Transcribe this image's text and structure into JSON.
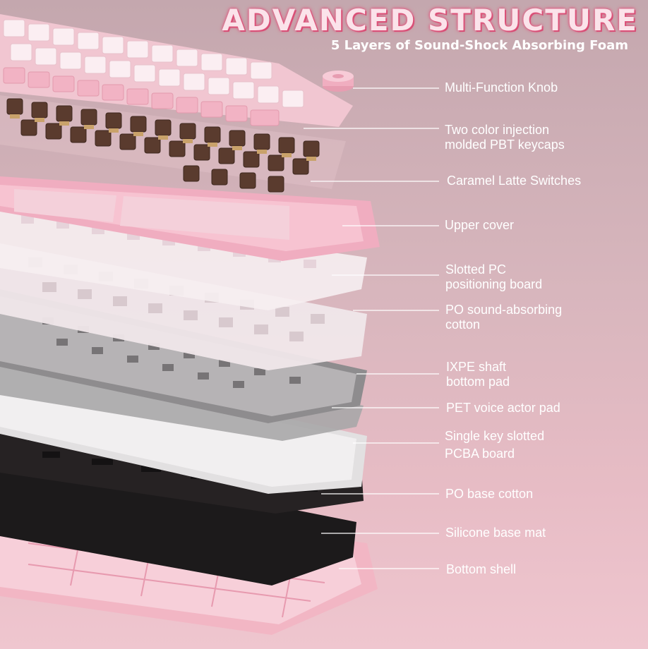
{
  "header": {
    "title": "ADVANCED  STRUCTURE",
    "subtitle": "5 Layers of Sound-Shock Absorbing Foam"
  },
  "layers": [
    {
      "label": "Multi-Function Knob"
    },
    {
      "label": "Two color injection\nmolded PBT keycaps"
    },
    {
      "label": "Caramel Latte Switches"
    },
    {
      "label": "Upper cover"
    },
    {
      "label": "Slotted PC\npositioning board"
    },
    {
      "label": "PO sound-absorbing\ncotton"
    },
    {
      "label": "IXPE shaft\nbottom pad"
    },
    {
      "label": "PET voice actor pad"
    },
    {
      "label": "Single key slotted\nPCBA board"
    },
    {
      "label": "PO base cotton"
    },
    {
      "label": "Silicone base mat"
    },
    {
      "label": "Bottom shell"
    }
  ],
  "colors": {
    "title_glow": "#e0577e",
    "keycap": "#f6dde3",
    "switch": "#5a3b2e",
    "shell": "#f2b8c6",
    "steel": "#c9c6c8",
    "black_foam": "#1f1c1d"
  }
}
